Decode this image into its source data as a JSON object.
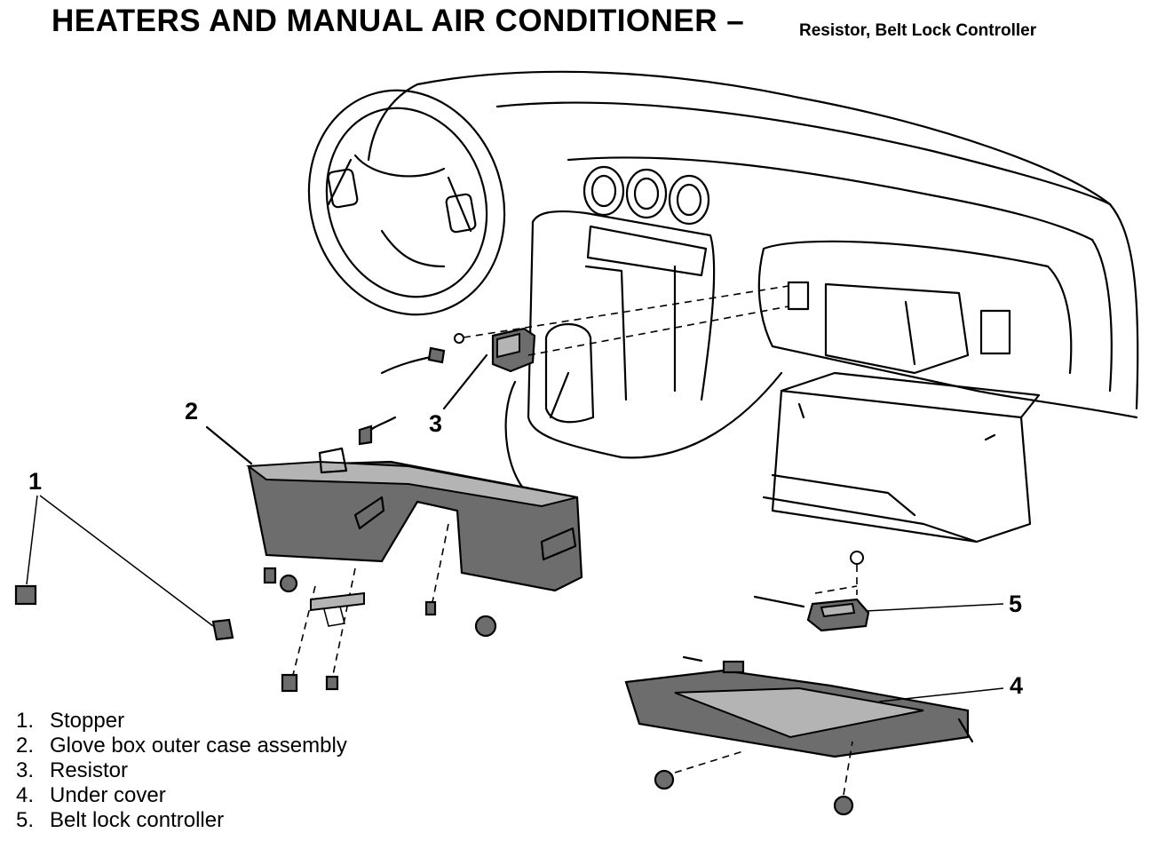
{
  "header": {
    "title": "HEATERS AND MANUAL AIR CONDITIONER",
    "separator": "–",
    "subtitle": "Resistor, Belt Lock Controller"
  },
  "callouts": [
    "1",
    "2",
    "3",
    "4",
    "5"
  ],
  "legend": [
    {
      "num": "1.",
      "label": "Stopper"
    },
    {
      "num": "2.",
      "label": "Glove box outer case assembly"
    },
    {
      "num": "3.",
      "label": "Resistor"
    },
    {
      "num": "4.",
      "label": "Under cover"
    },
    {
      "num": "5.",
      "label": "Belt lock controller"
    }
  ]
}
